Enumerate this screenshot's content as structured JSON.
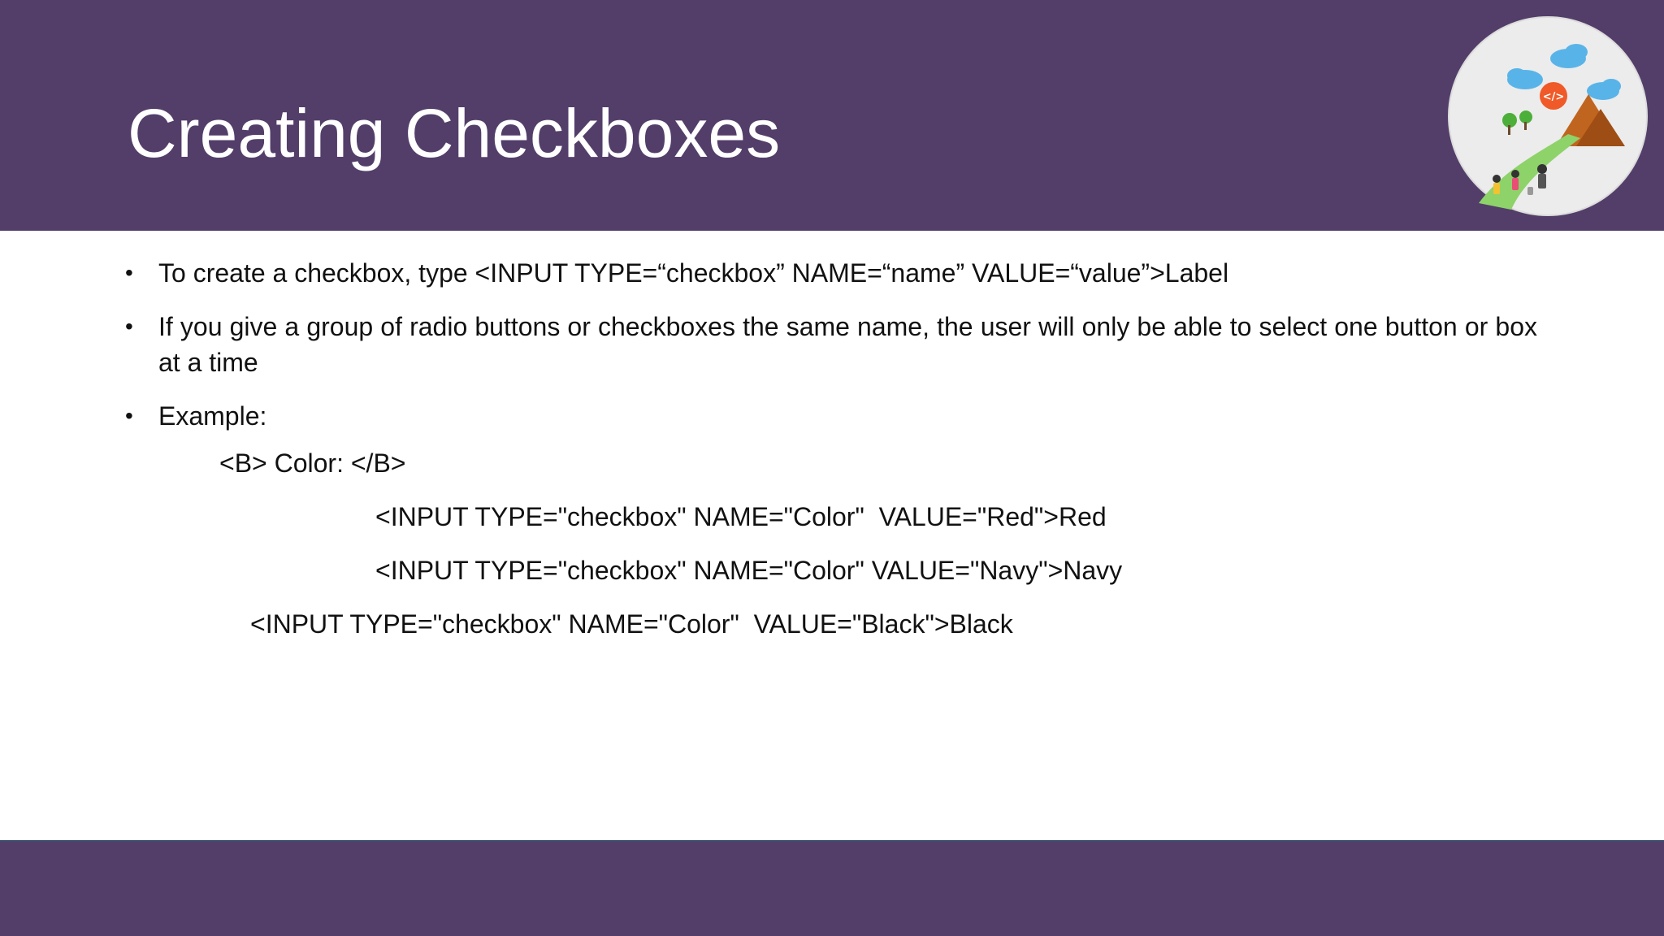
{
  "slide": {
    "title": "Creating Checkboxes",
    "logo": {
      "icon": "code-journey-logo-icon",
      "text": "</>"
    },
    "bullets": [
      "To create a checkbox, type <INPUT TYPE=“checkbox” NAME=“name” VALUE=“value”>Label",
      "If you give a group of radio buttons or checkboxes the same name, the user will only be able to select one button or box at a time",
      "Example:"
    ],
    "example": {
      "heading": "<B> Color: </B>",
      "lines": [
        "<INPUT TYPE=\"checkbox\" NAME=\"Color\"  VALUE=\"Red\">Red",
        "<INPUT TYPE=\"checkbox\" NAME=\"Color\" VALUE=\"Navy\">Navy",
        "<INPUT TYPE=\"checkbox\" NAME=\"Color\"  VALUE=\"Black\">Black"
      ]
    },
    "colors": {
      "header_band": "#533e6a",
      "footer_band": "#533e6a",
      "title_text": "#ffffff",
      "body_text": "#111111"
    }
  }
}
